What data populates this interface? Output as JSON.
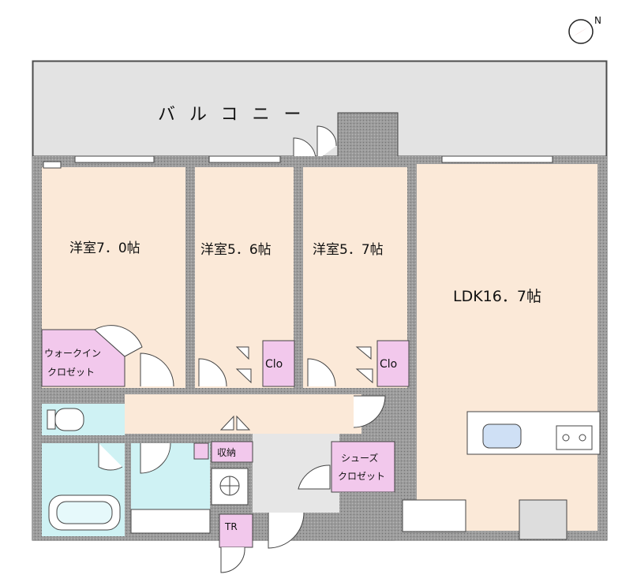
{
  "compass": {
    "symbol": "N"
  },
  "balcony": {
    "label": "バルコニー"
  },
  "rooms": {
    "western1": {
      "label": "洋室7．0帖"
    },
    "western2": {
      "label": "洋室5．6帖"
    },
    "western3": {
      "label": "洋室5．7帖"
    },
    "ldk": {
      "label": "LDK16．7帖"
    },
    "walkin": {
      "line1": "ウォークイン",
      "line2": "クロゼット"
    },
    "clo1": {
      "label": "Clo"
    },
    "clo2": {
      "label": "Clo"
    },
    "storage": {
      "label": "収納"
    },
    "shoes": {
      "line1": "シューズ",
      "line2": "クロゼット"
    },
    "tr": {
      "label": "TR"
    }
  },
  "colors": {
    "wall": "#9a9a9a",
    "balcony": "#e3e3e3",
    "room": "#fbe9d8",
    "closet": "#f2c8ec",
    "wet": "#cff2f4",
    "hall": "#fbe9d8",
    "entrance": "#e6e6e6"
  }
}
